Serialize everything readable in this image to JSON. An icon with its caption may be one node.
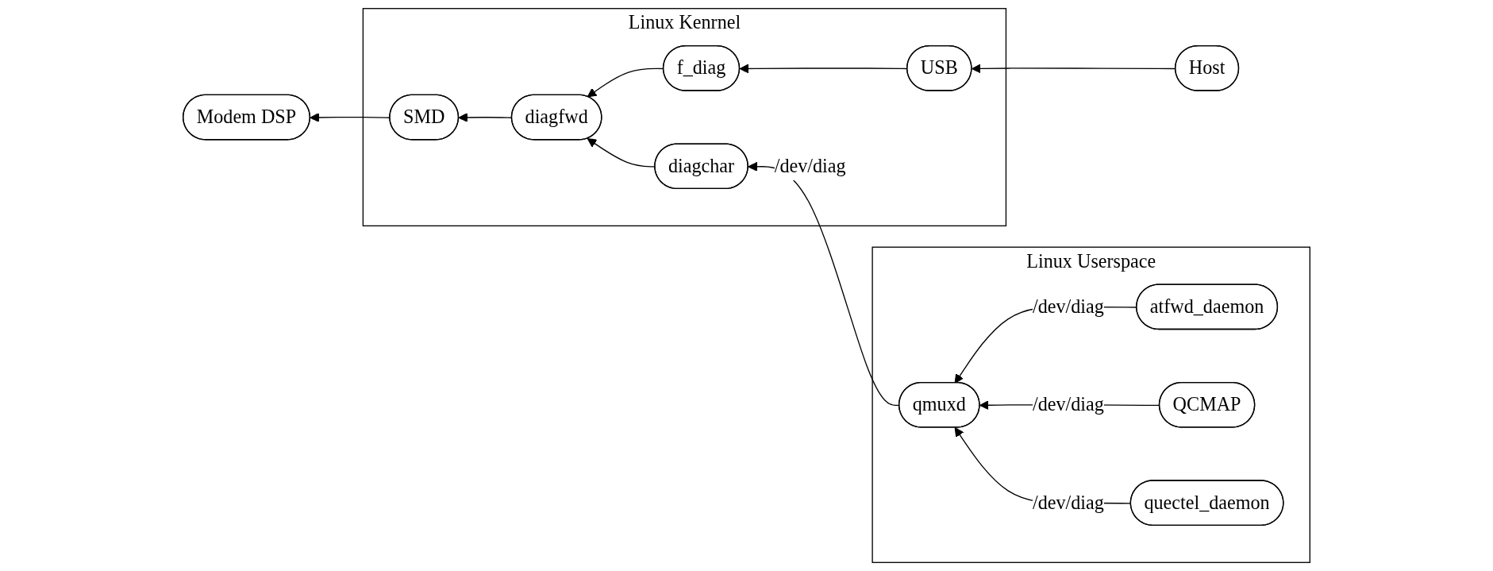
{
  "diagram": {
    "nodes": [
      {
        "text": [
          "Linux Kenrnel"
        ]
      },
      {
        "text": [
          "f_diag"
        ],
        "in": 0
      },
      {
        "text": [
          "USB"
        ],
        "in": 0
      },
      {
        "text": [
          "Host"
        ]
      },
      {
        "text": [
          "Modem DSP"
        ]
      },
      {
        "text": [
          "SMD"
        ],
        "in": 0
      },
      {
        "text": [
          "diagfwd"
        ],
        "in": 0
      },
      {
        "text": [
          "diagchar"
        ],
        "in": 0
      },
      {
        "text": [
          "Linux Userspace"
        ]
      },
      {
        "text": [
          "qmuxd"
        ],
        "in": 8
      },
      {
        "text": [
          "atfwd_daemon"
        ],
        "in": 8
      },
      {
        "text": [
          "QCMAP"
        ],
        "in": 8
      },
      {
        "text": [
          "quectel_daemon"
        ],
        "in": 8
      }
    ],
    "edges": [
      {
        "from": 3,
        "to": 2,
        "arrow": "to"
      },
      {
        "from": 2,
        "to": 1,
        "arrow": "to"
      },
      {
        "from": 1,
        "to": 6,
        "arrow": "to"
      },
      {
        "from": 6,
        "to": 5,
        "arrow": "to"
      },
      {
        "from": 5,
        "to": 4,
        "arrow": "to"
      },
      {
        "from": 7,
        "to": 6,
        "arrow": "to"
      },
      {
        "from": 9,
        "to": 7,
        "arrow": "to",
        "label": "/dev/diag"
      },
      {
        "from": 10,
        "to": 9,
        "arrow": "to",
        "label": "/dev/diag"
      },
      {
        "from": 11,
        "to": 9,
        "arrow": "to",
        "label": "/dev/diag"
      },
      {
        "from": 12,
        "to": 9,
        "arrow": "to",
        "label": "/dev/diag"
      }
    ]
  }
}
